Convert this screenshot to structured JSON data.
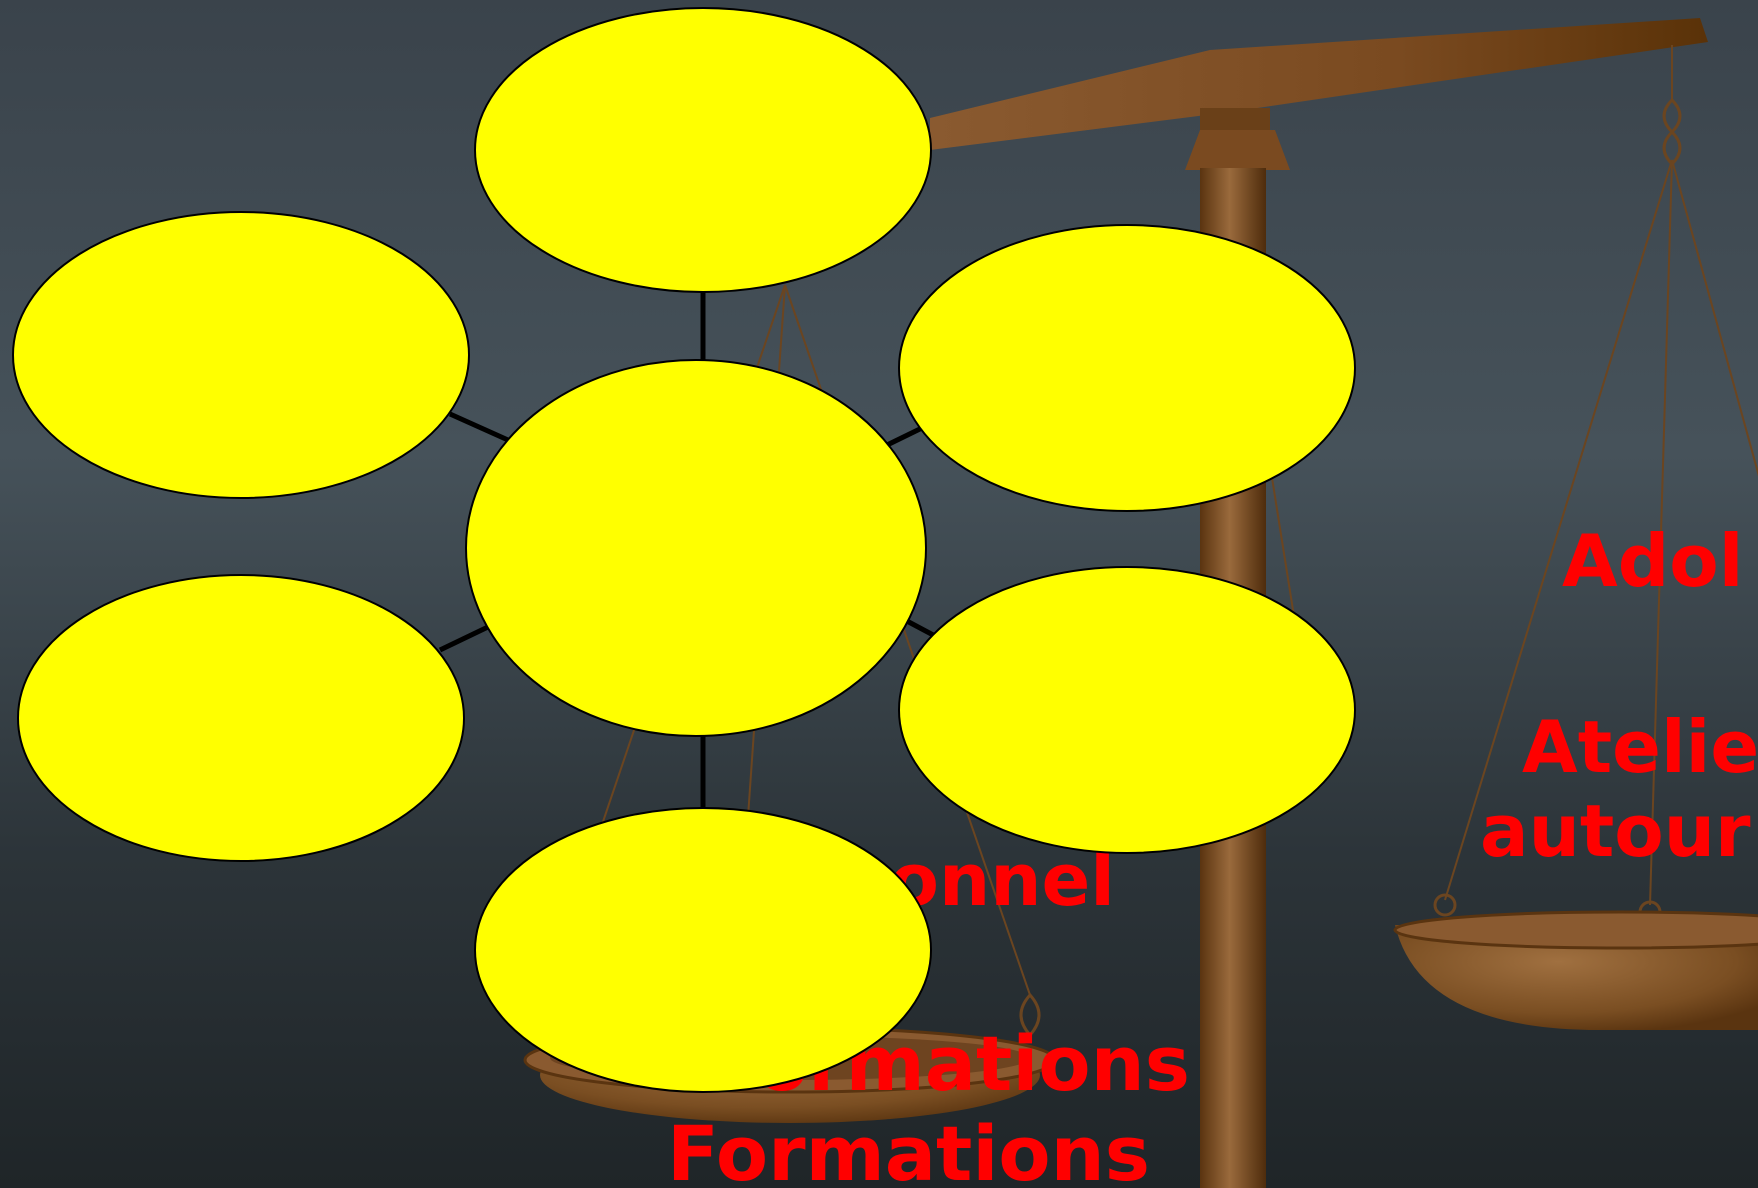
{
  "colors": {
    "background_top": "#3a434b",
    "background_bottom": "#1f2528",
    "bubble_fill": "#ffff00",
    "bubble_outline": "#000000",
    "connector": "#000000",
    "text": "#ff0000",
    "scale_wood_dark": "#5a3410",
    "scale_wood_light": "#8a5a30"
  },
  "scale_image": {
    "icon": "balance-scale-icon"
  },
  "left_pan_text": {
    "line1": "Personnel",
    "line2": "Formations",
    "line3": "Formations"
  },
  "right_pan_text": {
    "line1": "Adol",
    "line2": "Atelie",
    "line3": "autour"
  },
  "mind_map": {
    "center": "",
    "nodes": [
      "",
      "",
      "",
      "",
      "",
      ""
    ]
  }
}
